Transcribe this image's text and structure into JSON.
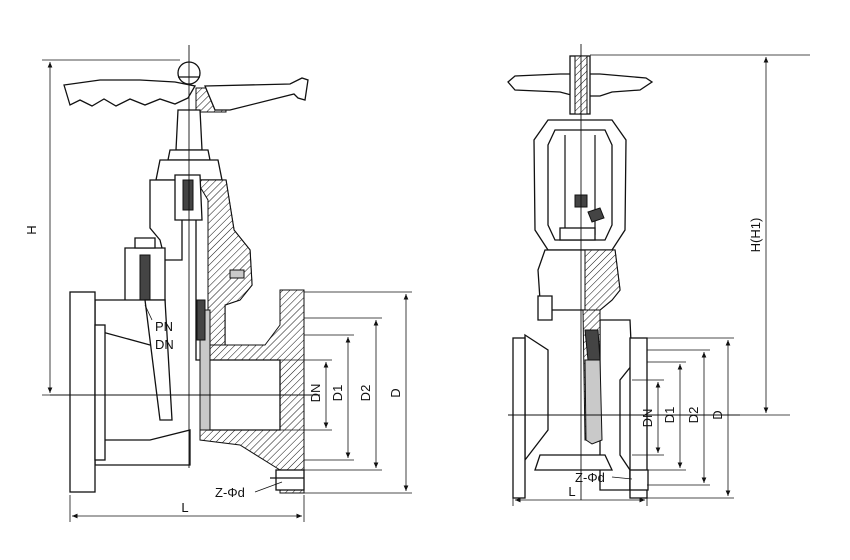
{
  "left_view": {
    "labels": {
      "H": "H",
      "L": "L",
      "D": "D",
      "D1": "D1",
      "D2": "D2",
      "DN": "DN",
      "PN": "PN",
      "DN_body": "DN",
      "Z_d": "Z-Φd"
    }
  },
  "right_view": {
    "labels": {
      "H_H1": "H(H1)",
      "L": "L",
      "D": "D",
      "D1": "D1",
      "D2": "D2",
      "DN": "DN",
      "Z_d": "Z-Φd"
    }
  },
  "colors": {
    "line": "#111111",
    "background": "#ffffff"
  }
}
